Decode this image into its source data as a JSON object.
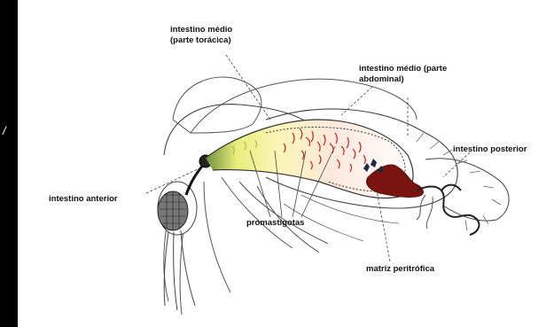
{
  "labels": {
    "midgut_thoracic_line1": "intestino médio",
    "midgut_thoracic_line2": "(parte torácica)",
    "midgut_abdominal_line1": "intestino médio (parte",
    "midgut_abdominal_line2": "abdominal)",
    "hindgut": "intestino posterior",
    "foregut": "intestino anterior",
    "promastigotes": "promastigotas",
    "peritrophic_matrix": "matriz peritrófica"
  },
  "colors": {
    "bloodmeal": "#7a1410",
    "parasites_red": "#c0271e",
    "parasites_dark": "#1e2a44",
    "gut_yellow": "#f5ef8a",
    "outline": "#333333"
  }
}
